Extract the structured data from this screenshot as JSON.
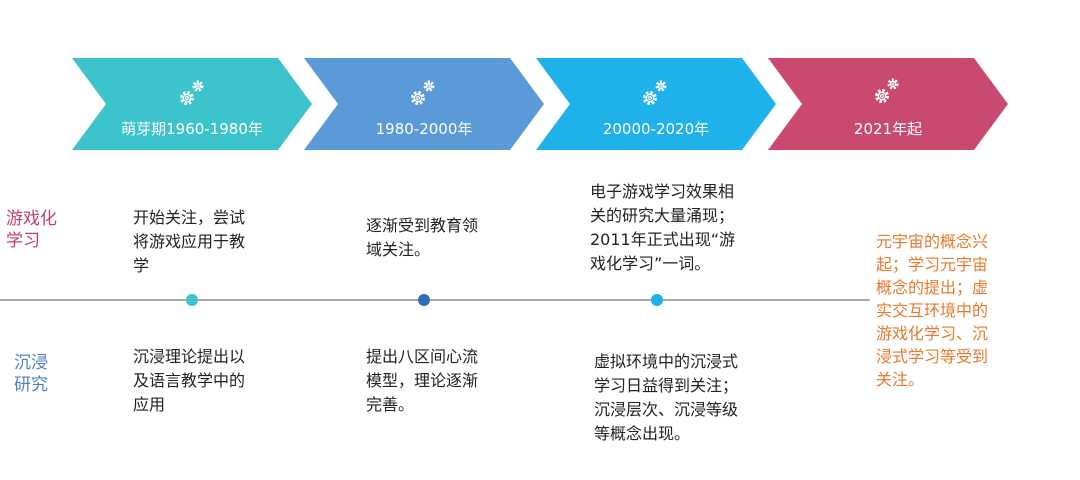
{
  "stages": [
    {
      "label": "萌芽期1960-1980年",
      "color": "#3cc3cb"
    },
    {
      "label": "1980-2000年",
      "color": "#5a9ad8"
    },
    {
      "label": "20000-2020年",
      "color": "#1fb1ea"
    },
    {
      "label": "2021年起",
      "color": "#c94a6e"
    }
  ],
  "rows": {
    "gamification": {
      "label": "游戏化\n学习",
      "color": "#c43d6b"
    },
    "immersion": {
      "label": "沉浸\n研究",
      "color": "#4d7fc4"
    }
  },
  "cells": {
    "gamification": [
      "开始关注，尝试\n将游戏应用于教\n学",
      "逐渐受到教育领\n域关注。",
      "电子游戏学习效果相\n关的研究大量涌现；\n2011年正式出现“游\n戏化学习”一词。"
    ],
    "immersion": [
      "沉浸理论提出以\n及语言教学中的\n应用",
      "提出八区间心流\n模型，理论逐渐\n完善。",
      "虚拟环境中的沉浸式\n学习日益得到关注；\n沉浸层次、沉浸等级\n等概念出现。"
    ],
    "merged": "元宇宙的概念兴\n起；学习元宇宙\n概念的提出；虚\n实交互环境中的\n游戏化学习、沉\n浸式学习等受到\n关注。"
  },
  "colors": {
    "axis": "#a9a9a9",
    "dot_1": "#3cc3cb",
    "dot_2": "#2d6fb8",
    "dot_3": "#1fb1ea",
    "merged_text": "#e8792c",
    "icon": "#ffffff"
  },
  "icons": [
    "gears-icon",
    "gears-icon",
    "gears-icon",
    "gears-icon"
  ]
}
